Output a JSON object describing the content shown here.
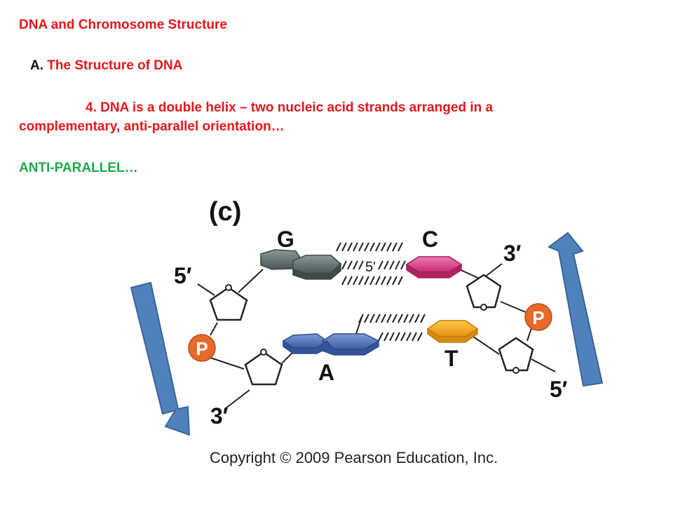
{
  "slide": {
    "title": "DNA and Chromosome Structure",
    "section_letter": "A.",
    "section_title": "The Structure of DNA",
    "point_line1": "4. DNA is a double helix – two nucleic acid strands arranged in a",
    "point_line2": "complementary, anti-parallel orientation…",
    "emphasis": "ANTI-PARALLEL…"
  },
  "figure": {
    "panel_label": "(c)",
    "base_top_left": "G",
    "base_top_right": "C",
    "base_bottom_left": "A",
    "base_bottom_right": "T",
    "end_top_left": "5′",
    "end_bottom_left": "3′",
    "end_top_right": "3′",
    "end_bottom_right": "5′",
    "phosphate_label": "P",
    "overlay_label": "5'",
    "copyright": "Copyright © 2009 Pearson Education, Inc."
  },
  "colors": {
    "title_red": "#e8161b",
    "emphasis_green": "#1fa84a",
    "arrow_blue": "#4f81bd",
    "guanine_gray": "#5c6b6b",
    "cytosine_pink": "#e0418a",
    "adenine_blue": "#4a6fb5",
    "thymine_orange": "#f5a31a",
    "phosphate_orange": "#e8692a"
  }
}
